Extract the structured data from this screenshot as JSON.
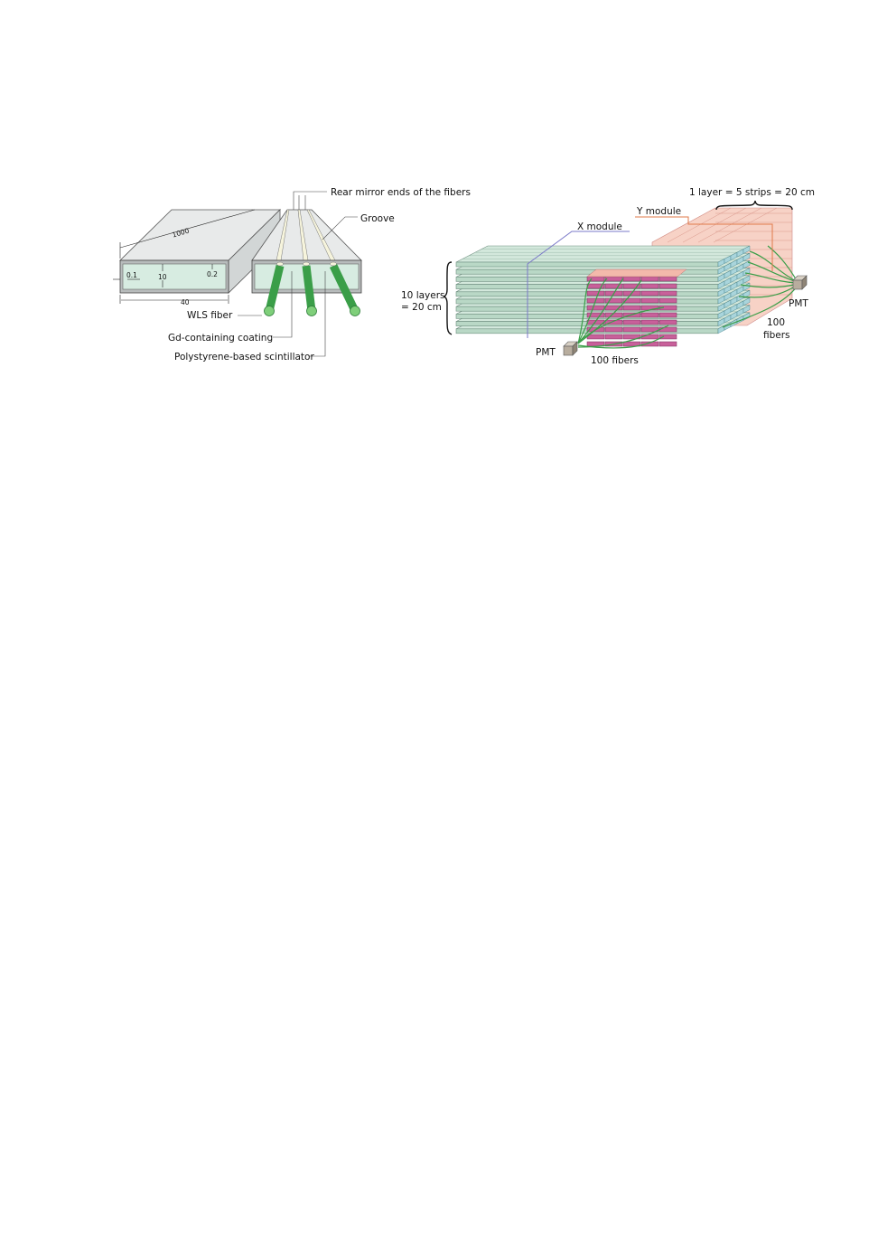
{
  "left_diagram": {
    "dim_length": "1000",
    "dim_thickness": "0.1",
    "dim_height": "10",
    "dim_coating": "0.2",
    "dim_width": "40",
    "label_rear_mirror": "Rear mirror ends of the fibers",
    "label_groove": "Groove",
    "label_wls_fiber": "WLS fiber",
    "label_gd_coating": "Gd-containing coating",
    "label_scintillator": "Polystyrene-based scintillator"
  },
  "right_diagram": {
    "label_layer": "1 layer = 5 strips = 20 cm",
    "label_y_module": "Y module",
    "label_x_module": "X module",
    "label_layers_line1": "10 layers",
    "label_layers_line2": "= 20 cm",
    "label_pmt_right": "PMT",
    "label_fibers_right_line1": "100",
    "label_fibers_right_line2": "fibers",
    "label_pmt_left": "PMT",
    "label_fibers_bottom": "100 fibers"
  },
  "colors": {
    "x_module_fill": "#d3e8dc",
    "y_module_fill": "#f4c4b8",
    "front_face_fill": "#c8609a",
    "end_face_fill": "#a9d5dc",
    "fiber_green": "#3a9e48",
    "x_module_line": "#7a78c8",
    "y_module_line": "#e07a4a"
  }
}
